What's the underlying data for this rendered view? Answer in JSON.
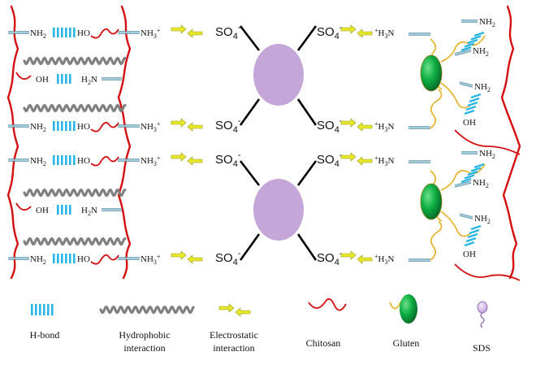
{
  "labels": {
    "nh2": "NH",
    "nh2_sub": "2",
    "ho": "HO",
    "oh": "OH",
    "h2n_h": "H",
    "h2n_sub": "2",
    "h2n_n": "N",
    "nh3": "NH",
    "nh3_sub": "3",
    "nh3_sup": "+",
    "so4": "SO",
    "so4_sub": "4",
    "so4_sup": "-",
    "h3n_sup": "+",
    "h3n_h": "H",
    "h3n_sub": "3",
    "h3n_n": "N"
  },
  "legend": {
    "hbond": "H-bond",
    "hydrophobic_1": "Hydrophobic",
    "hydrophobic_2": "interaction",
    "electrostatic_1": "Electrostatic",
    "electrostatic_2": "interaction",
    "chitosan": "Chitosan",
    "gluten": "Gluten",
    "sds": "SDS"
  },
  "colors": {
    "chitosan": "#d40f0f",
    "hbond": "#29b6e6",
    "hydrophobic": "#808080",
    "electrostatic": "#e8e82a",
    "sds_head": "#c4a6d8",
    "gluten_green": "#0a9a3a",
    "gluten_chain": "#e5b020",
    "connector": "#9fcfe0"
  }
}
